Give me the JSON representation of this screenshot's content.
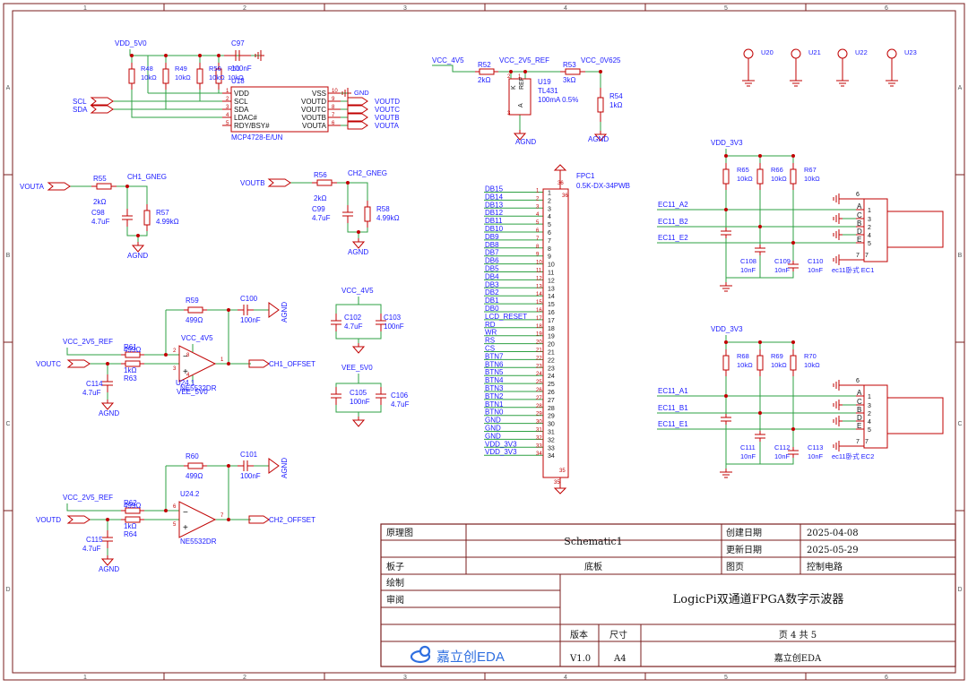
{
  "colors": {
    "wire": "#2ea043",
    "comp": "#c00000",
    "blue_text": "#1a1aff",
    "border": "#7a1e1e",
    "bg": "#ffffff"
  },
  "frame": {
    "col_labels": [
      "1",
      "2",
      "3",
      "4",
      "5",
      "6"
    ],
    "row_labels": [
      "A",
      "B",
      "C",
      "D"
    ]
  },
  "dac": {
    "supply": "VDD_5V0",
    "cap": "C97",
    "cap_val": "100nF",
    "resistors": [
      "R48",
      "R49",
      "R50",
      "R51"
    ],
    "res_val": "10kΩ",
    "ref": "U18",
    "part": "MCP4728-E/UN",
    "left_pins": [
      "VDD",
      "SCL",
      "SDA",
      "LDAC#",
      "RDY/BSY#"
    ],
    "left_nums": [
      "1",
      "2",
      "3",
      "4",
      "5"
    ],
    "right_pins": [
      "VSS",
      "VOUTD",
      "VOUTC",
      "VOUTB",
      "VOUTA"
    ],
    "right_nums": [
      "10",
      "9",
      "8",
      "7",
      "6"
    ],
    "in_nets": [
      "SCL",
      "SDA"
    ],
    "out_nets": [
      "VOUTD",
      "VOUTC",
      "VOUTB",
      "VOUTA"
    ],
    "gnd": "GND"
  },
  "vref": {
    "vin": "VCC_4V5",
    "r52": "R52",
    "r52_val": "2kΩ",
    "net": "VCC_2V5_REF",
    "r53": "R53",
    "r53_val": "3kΩ",
    "out": "VCC_0V625",
    "r54": "R54",
    "r54_val": "1kΩ",
    "ref": "U19",
    "part": "TL431",
    "spec": "100mA 0.5%",
    "pins": [
      "2",
      "1",
      "3"
    ],
    "pin_labels": [
      "REF",
      "A",
      "K"
    ],
    "gnd": "AGND"
  },
  "test_points": [
    "U20",
    "U21",
    "U22",
    "U23"
  ],
  "ch1_filter": {
    "in": "VOUTA",
    "r": "R55",
    "r_val": "2kΩ",
    "net": "CH1_GNEG",
    "c": "C98",
    "c_val": "4.7uF",
    "r2": "R57",
    "r2_val": "4.99kΩ",
    "gnd": "AGND"
  },
  "ch2_filter": {
    "in": "VOUTB",
    "r": "R56",
    "r_val": "2kΩ",
    "net": "CH2_GNEG",
    "c": "C99",
    "c_val": "4.7uF",
    "r2": "R58",
    "r2_val": "4.99kΩ",
    "gnd": "AGND"
  },
  "opamp1": {
    "rf": "R59",
    "rf_val": "499Ω",
    "cf": "C100",
    "cf_val": "100nF",
    "ref_net": "VCC_2V5_REF",
    "r61": "R61",
    "r61_val": "499Ω",
    "in": "VOUTC",
    "r63": "R63",
    "r63_val": "1kΩ",
    "c114": "C114",
    "c114_val": "4.7uF",
    "vcc": "VCC_4V5",
    "vee": "VEE_5V0",
    "ref": "U24.1",
    "part": "NE5532DR",
    "out": "CH1_OFFSET",
    "pins": [
      "2",
      "3",
      "1",
      "8",
      "4"
    ],
    "gnd": "AGND"
  },
  "opamp2": {
    "rf": "R60",
    "rf_val": "499Ω",
    "cf": "C101",
    "cf_val": "100nF",
    "ref_net": "VCC_2V5_REF",
    "r62": "R62",
    "r62_val": "499Ω",
    "in": "VOUTD",
    "r64": "R64",
    "r64_val": "1kΩ",
    "c115": "C115",
    "c115_val": "4.7uF",
    "ref": "U24.2",
    "part": "NE5532DR",
    "out": "CH2_OFFSET",
    "pins": [
      "6",
      "5",
      "7"
    ],
    "gnd": "AGND"
  },
  "decoupling": {
    "top_net": "VCC_4V5",
    "c1": "C102",
    "c1_val": "4.7uF",
    "c2": "C103",
    "c2_val": "100nF",
    "bot_net": "VEE_5V0",
    "c3": "C105",
    "c3_val": "100nF",
    "c4": "C106",
    "c4_val": "4.7uF"
  },
  "fpc": {
    "ref": "FPC1",
    "part": "0.5K-DX-34PWB",
    "nets": [
      "DB15",
      "DB14",
      "DB13",
      "DB12",
      "DB11",
      "DB10",
      "DB9",
      "DB8",
      "DB7",
      "DB6",
      "DB5",
      "DB4",
      "DB3",
      "DB2",
      "DB1",
      "DB0",
      "LCD_RESET",
      "RD",
      "WR",
      "RS",
      "CS",
      "BTN7",
      "BTN6",
      "BTN5",
      "BTN4",
      "BTN3",
      "BTN2",
      "BTN1",
      "BTN0",
      "GND",
      "GND",
      "GND",
      "VDD_3V3",
      "VDD_3V3"
    ],
    "pins": [
      "1",
      "2",
      "3",
      "4",
      "5",
      "6",
      "7",
      "8",
      "9",
      "10",
      "11",
      "12",
      "13",
      "14",
      "15",
      "16",
      "17",
      "18",
      "19",
      "20",
      "21",
      "22",
      "23",
      "24",
      "25",
      "26",
      "27",
      "28",
      "29",
      "30",
      "31",
      "32",
      "33",
      "34"
    ],
    "top_pin": "36",
    "bot_pin": "35"
  },
  "ec1": {
    "supply": "VDD_3V3",
    "resistors": [
      "R65",
      "R66",
      "R67"
    ],
    "res_val": "10kΩ",
    "nets": [
      "EC11_A2",
      "EC11_B2",
      "EC11_E2"
    ],
    "caps": [
      "C108",
      "C109",
      "C110"
    ],
    "cap_val": "10nF",
    "pin_labels": [
      "A",
      "C",
      "B",
      "D",
      "E"
    ],
    "pin_nums": [
      "1",
      "3",
      "2",
      "4",
      "5"
    ],
    "mount_top": "6",
    "mount_bot": "7",
    "mount_bot2": "7",
    "ref": "ec11卧式 EC1"
  },
  "ec2": {
    "supply": "VDD_3V3",
    "resistors": [
      "R68",
      "R69",
      "R70"
    ],
    "res_val": "10kΩ",
    "nets": [
      "EC11_A1",
      "EC11_B1",
      "EC11_E1"
    ],
    "caps": [
      "C111",
      "C112",
      "C113"
    ],
    "cap_val": "10nF",
    "pin_labels": [
      "A",
      "C",
      "B",
      "D",
      "E"
    ],
    "pin_nums": [
      "1",
      "3",
      "2",
      "4",
      "5"
    ],
    "mount_top": "6",
    "mount_bot": "7",
    "mount_bot2": "7",
    "ref": "ec11卧式 EC2"
  },
  "title_block": {
    "label_schematic": "原理图",
    "value_schematic": "Schematic1",
    "label_created": "创建日期",
    "value_created": "2025-04-08",
    "label_updated": "更新日期",
    "value_updated": "2025-05-29",
    "label_board": "板子",
    "value_board": "底板",
    "label_page": "图页",
    "value_page": "控制电路",
    "label_drawn": "绘制",
    "label_review": "审阅",
    "project": "LogicPi双通道FPGA数字示波器",
    "label_version": "版本",
    "label_size": "尺寸",
    "label_pages": "页   4   共    5",
    "value_version": "V1.0",
    "value_size": "A4",
    "logo": "嘉立创EDA",
    "company": "嘉立创EDA"
  }
}
